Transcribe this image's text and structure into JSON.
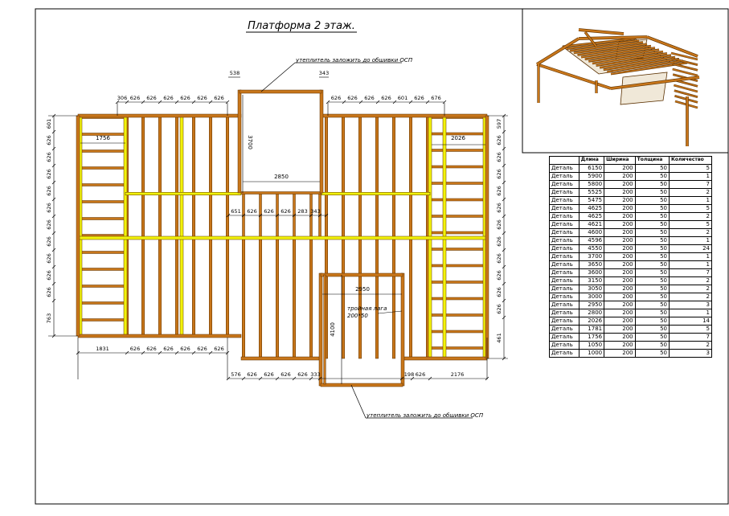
{
  "title": "Платформа 2 этаж.",
  "notes": {
    "insulation_top": "утеплитель заложить до обшивки ОСП",
    "insulation_bottom": "утеплитель заложить до обшивки ОСП",
    "triple_beam_line1": "тройная лага",
    "triple_beam_line2": "200*50"
  },
  "dimensions": {
    "top_small_left": "538",
    "top_small_right": "343",
    "top_left_row": [
      "306",
      "626",
      "626",
      "626",
      "626",
      "626",
      "626"
    ],
    "top_right_row": [
      "626",
      "626",
      "626",
      "626",
      "601",
      "626",
      "676"
    ],
    "mid_row": [
      "651",
      "626",
      "626",
      "626",
      "283",
      "343"
    ],
    "bottom_left_row": [
      "1831",
      "626",
      "626",
      "626",
      "626",
      "626",
      "626"
    ],
    "bottom_right_row": [
      "576",
      "626",
      "626",
      "626",
      "626",
      "333",
      "198",
      "626",
      "2176"
    ],
    "left_col": [
      "601",
      "626",
      "626",
      "626",
      "626",
      "626",
      "626",
      "626",
      "626",
      "626",
      "626",
      "763"
    ],
    "right_col": [
      "597",
      "626",
      "626",
      "626",
      "626",
      "626",
      "626",
      "626",
      "626",
      "626",
      "626",
      "626",
      "461"
    ],
    "inner_1756": "1756",
    "inner_2026": "2026",
    "inner_3700": "3700",
    "inner_2850": "2850",
    "inner_2950": "2950",
    "inner_4100": "4100"
  },
  "spec_table": {
    "headers": [
      "",
      "Длина",
      "Ширина",
      "Толщина",
      "Количество"
    ],
    "rows": [
      [
        "Деталь",
        "6150",
        "200",
        "50",
        "5"
      ],
      [
        "Деталь",
        "5900",
        "200",
        "50",
        "1"
      ],
      [
        "Деталь",
        "5800",
        "200",
        "50",
        "7"
      ],
      [
        "Деталь",
        "5525",
        "200",
        "50",
        "2"
      ],
      [
        "Деталь",
        "5475",
        "200",
        "50",
        "1"
      ],
      [
        "Деталь",
        "4625",
        "200",
        "50",
        "5"
      ],
      [
        "Деталь",
        "4625",
        "200",
        "50",
        "2"
      ],
      [
        "Деталь",
        "4621",
        "200",
        "50",
        "5"
      ],
      [
        "Деталь",
        "4600",
        "200",
        "50",
        "2"
      ],
      [
        "Деталь",
        "4596",
        "200",
        "50",
        "1"
      ],
      [
        "Деталь",
        "4550",
        "200",
        "50",
        "24"
      ],
      [
        "Деталь",
        "3700",
        "200",
        "50",
        "1"
      ],
      [
        "Деталь",
        "3650",
        "200",
        "50",
        "1"
      ],
      [
        "Деталь",
        "3600",
        "200",
        "50",
        "7"
      ],
      [
        "Деталь",
        "3150",
        "200",
        "50",
        "2"
      ],
      [
        "Деталь",
        "3050",
        "200",
        "50",
        "2"
      ],
      [
        "Деталь",
        "3000",
        "200",
        "50",
        "2"
      ],
      [
        "Деталь",
        "2950",
        "200",
        "50",
        "3"
      ],
      [
        "Деталь",
        "2800",
        "200",
        "50",
        "1"
      ],
      [
        "Деталь",
        "2026",
        "200",
        "50",
        "14"
      ],
      [
        "Деталь",
        "1781",
        "200",
        "50",
        "5"
      ],
      [
        "Деталь",
        "1756",
        "200",
        "50",
        "7"
      ],
      [
        "Деталь",
        "1050",
        "200",
        "50",
        "2"
      ],
      [
        "Деталь",
        "1000",
        "200",
        "50",
        "3"
      ]
    ]
  },
  "colors": {
    "beam_orange": "#c8761a",
    "beam_dark": "#5a3000",
    "beam_yellow": "#f2f20a",
    "line": "#000000"
  }
}
